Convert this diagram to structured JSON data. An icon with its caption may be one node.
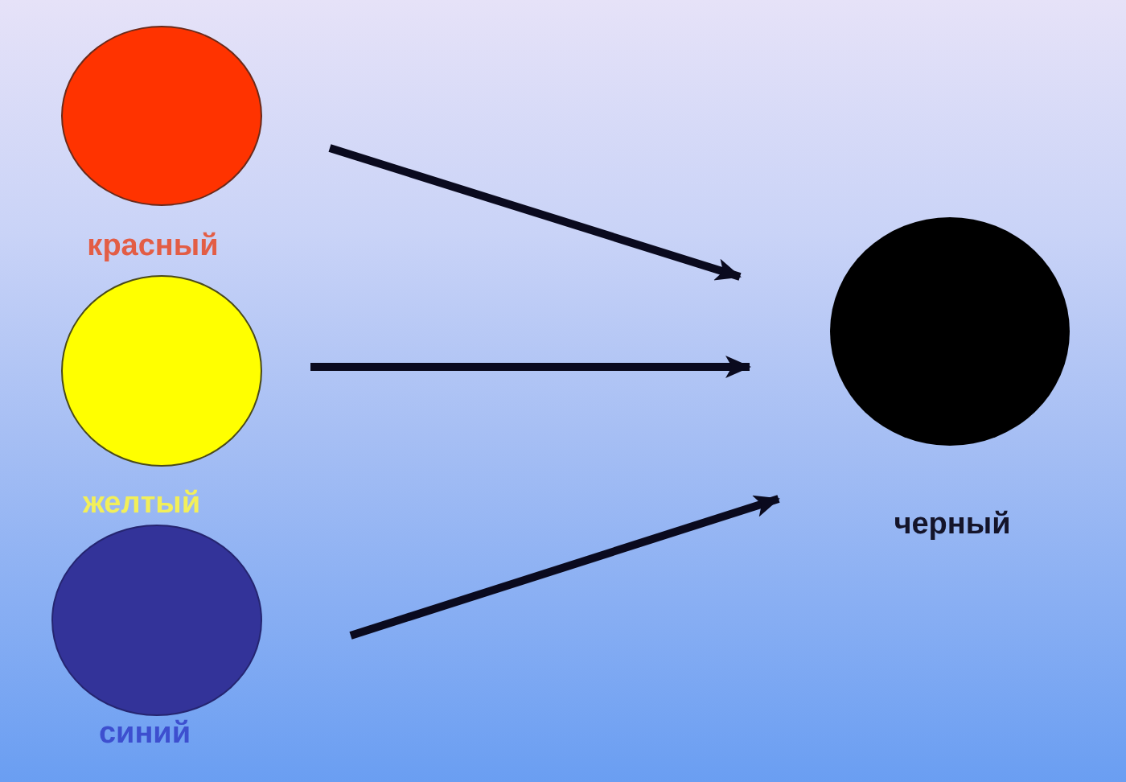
{
  "diagram": {
    "nodes": [
      {
        "text": [],
        "shape": "circle",
        "beside": [
          "красный"
        ]
      },
      {
        "text": [],
        "shape": "circle",
        "beside": [
          "желтый"
        ]
      },
      {
        "text": [],
        "shape": "circle",
        "beside": [
          "синий"
        ]
      },
      {
        "text": [],
        "shape": "circle",
        "beside": [
          "черный"
        ]
      }
    ],
    "edges": [
      {
        "from": 0,
        "to": 3,
        "arrow": "to"
      },
      {
        "from": 1,
        "to": 3,
        "arrow": "to"
      },
      {
        "from": 2,
        "to": 3,
        "arrow": "to"
      }
    ]
  }
}
